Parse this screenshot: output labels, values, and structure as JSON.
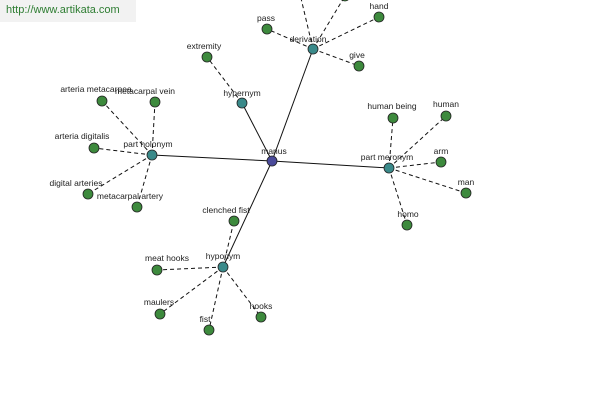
{
  "header": {
    "source_url": "http://www.artikata.com"
  },
  "colors": {
    "center": "#4a4a9a",
    "relation": "#3a8a8a",
    "leaf": "#3d8a3d",
    "stroke": "#222222"
  },
  "graph": {
    "center": {
      "label": "manus"
    },
    "relations": [
      {
        "label": "derivation",
        "leaves": [
          "pass",
          "hand",
          "give",
          "",
          ""
        ]
      },
      {
        "label": "hypernym",
        "leaves": [
          "extremity"
        ]
      },
      {
        "label": "part holonym",
        "leaves": [
          "arteria metacarpea",
          "metacarpal vein",
          "arteria digitalis",
          "digital arteries",
          "metacarpal artery"
        ]
      },
      {
        "label": "part meronym",
        "leaves": [
          "human being",
          "human",
          "arm",
          "man",
          "homo"
        ]
      },
      {
        "label": "hyponym",
        "leaves": [
          "clenched fist",
          "meat hooks",
          "maulers",
          "fist",
          "hooks"
        ]
      }
    ]
  }
}
